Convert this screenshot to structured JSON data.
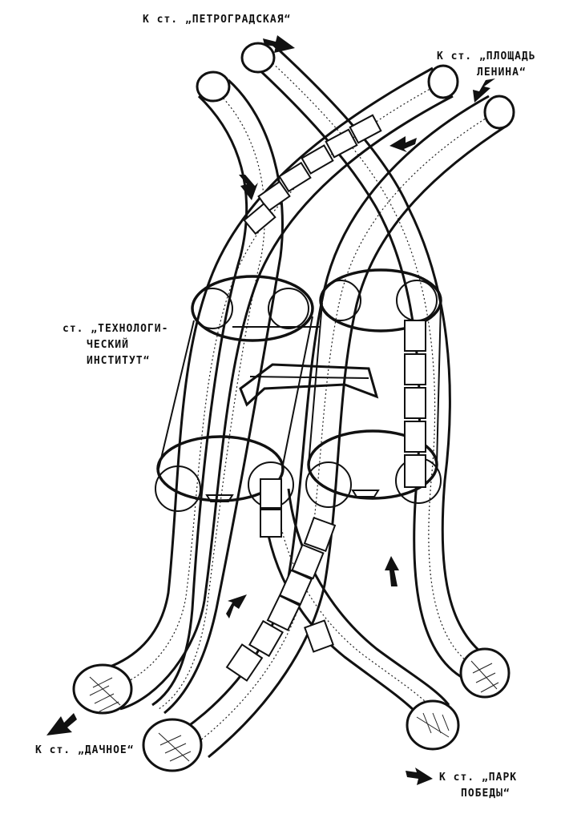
{
  "labels": {
    "petrogradskaya": "К ст. „ПЕТРОГРАДСКАЯ“",
    "ploshchad_line1": "К ст. „ПЛОЩАДЬ",
    "ploshchad_line2": "ЛЕНИНА“",
    "station_line1": "ст. „ТЕХНОЛОГИ-",
    "station_line2": "ЧЕСКИЙ",
    "station_line3": "ИНСТИТУТ“",
    "dachnoe": "К ст. „ДАЧНОЕ“",
    "park_line1": "К ст. „ПАРК",
    "park_line2": "ПОБЕДЫ“"
  }
}
